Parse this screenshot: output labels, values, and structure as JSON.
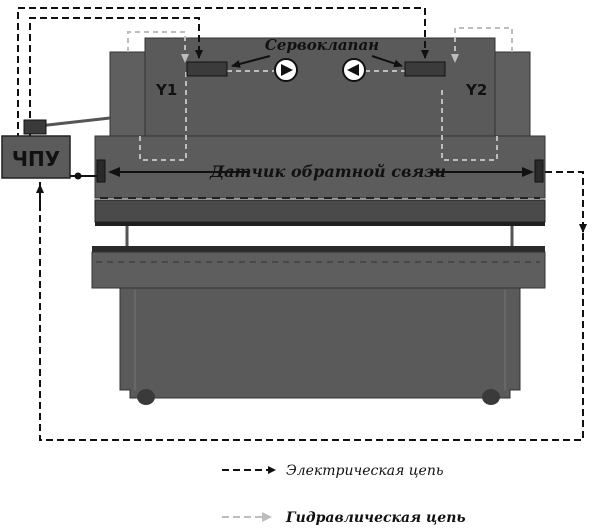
{
  "labels": {
    "servo_valve": "Сервоклапан",
    "y1": "Y1",
    "y2": "Y2",
    "cnc": "ЧПУ",
    "feedback_sensor": "Датчик обратной связи"
  },
  "legend": {
    "electric": "Электрическая цепь",
    "hydraulic": "Гидравлическая цепь"
  },
  "colors": {
    "machine_body": "#5f5f5f",
    "machine_dark": "#3a3a3a",
    "electric_line": "#111111",
    "hydraulic_line": "#bdbdbd",
    "background": "#ffffff"
  },
  "icons": {
    "pump_left": "pump-icon",
    "pump_right": "pump-icon",
    "arrow": "arrow-icon"
  }
}
